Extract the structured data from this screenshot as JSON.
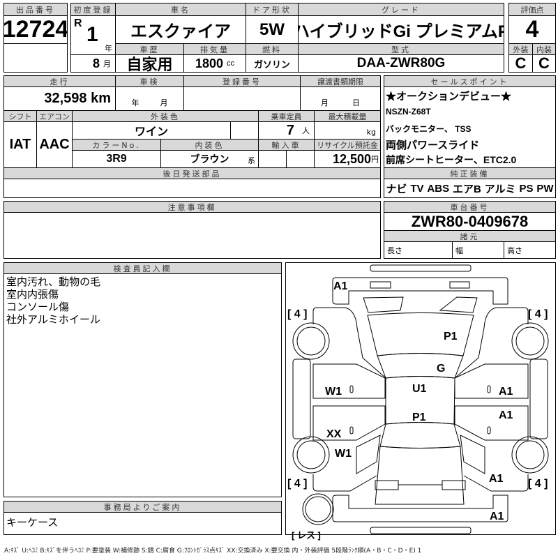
{
  "lot": {
    "label": "出品番号",
    "value": "12724"
  },
  "first_reg": {
    "label": "初度登録",
    "era": "R",
    "year": "1",
    "year_unit": "年",
    "month": "8",
    "month_unit": "月"
  },
  "car_name": {
    "label": "車名",
    "value": "エスクァイア"
  },
  "doors": {
    "label": "ドア形状",
    "value": "5W"
  },
  "grade": {
    "label": "グレード",
    "value": "ハイブリッドGi プレミアムP"
  },
  "history": {
    "label": "車歴",
    "value": "自家用"
  },
  "displacement": {
    "label": "排気量",
    "value": "1800",
    "unit": "cc"
  },
  "fuel": {
    "label": "燃料",
    "value": "ガソリン"
  },
  "model": {
    "label": "型式",
    "value": "DAA-ZWR80G"
  },
  "score": {
    "label": "評価点",
    "value": "4",
    "ext_label": "外装",
    "int_label": "内装",
    "ext": "C",
    "int": "C"
  },
  "mileage": {
    "label": "走行",
    "value": "32,598",
    "unit": "km"
  },
  "inspection": {
    "label": "車検",
    "year_unit": "年",
    "month_unit": "月"
  },
  "reg_number": {
    "label": "登録番号"
  },
  "transfer_deadline": {
    "label": "譲渡書類期限",
    "month_unit": "月",
    "day_unit": "日"
  },
  "shift": {
    "label": "シフト",
    "value": "IAT"
  },
  "aircon": {
    "label": "エアコン",
    "value": "AAC"
  },
  "ext_color": {
    "label": "外装色",
    "value": "ワイン"
  },
  "capacity": {
    "label": "乗車定員",
    "value": "7",
    "unit": "人"
  },
  "max_load": {
    "label": "最大積載量",
    "unit": "kg"
  },
  "color_no": {
    "label": "カラーNo.",
    "value": "3R9"
  },
  "int_color": {
    "label": "内装色",
    "value": "ブラウン",
    "unit": "系"
  },
  "import": {
    "label": "輸入車"
  },
  "recycle": {
    "label": "リサイクル預託金",
    "value": "12,500",
    "unit": "円"
  },
  "later_parts": {
    "label": "後日発送部品"
  },
  "sales_points": {
    "label": "セールスポイント",
    "lines": [
      "★オークションデビュー★",
      "NSZN-Z68T",
      "バックモニター、 TSS",
      "両側パワースライド",
      "前席シートヒーター、ETC2.0"
    ]
  },
  "equipment": {
    "label": "純正装備",
    "items": [
      "ナビ",
      "TV",
      "ABS",
      "エアB",
      "アルミ",
      "PS",
      "PW"
    ]
  },
  "notes": {
    "label": "注意事項欄"
  },
  "chassis": {
    "label": "車台番号",
    "value": "ZWR80-0409678",
    "spec_label": "諸元",
    "length": "長さ",
    "width": "幅",
    "height": "高さ"
  },
  "inspector": {
    "label": "検査員記入欄",
    "lines": [
      "室内汚れ、動物の毛",
      "室内内張傷",
      "コンソール傷",
      "社外アルミホイール"
    ]
  },
  "office": {
    "label": "事務局よりご案内",
    "value": "キーケース"
  },
  "diagram": {
    "tire_fl": "[ 4 ]",
    "tire_fr": "[ 4 ]",
    "tire_rl": "[ 4 ]",
    "tire_rr": "[ 4 ]",
    "spare": "[ レス ]",
    "marks": {
      "front_bumper": "A1",
      "hood": "P1",
      "windshield": "G",
      "roof1": "U1",
      "roof2": "P1",
      "left_front_door": "W1",
      "left_rear_door": "XX",
      "left_rear_quarter": "W1",
      "right_front_door": "A1",
      "right_rear_door": "A1",
      "right_rear_quarter": "A1",
      "rear_bumper": "A1"
    }
  },
  "legend": "A:ｷｽﾞ U:ﾍｺﾐ B:ｷｽﾞを伴うﾍｺﾐ P:要塗装 W:補修跡 S:錆 C:腐食 G:ﾌﾛﾝﾄｶﾞﾗｽ点ｷｽﾞ XX:交換済み X:要交換 内・外装評価 5段階ﾗﾝｸ順(A・B・C・D・E) 1"
}
